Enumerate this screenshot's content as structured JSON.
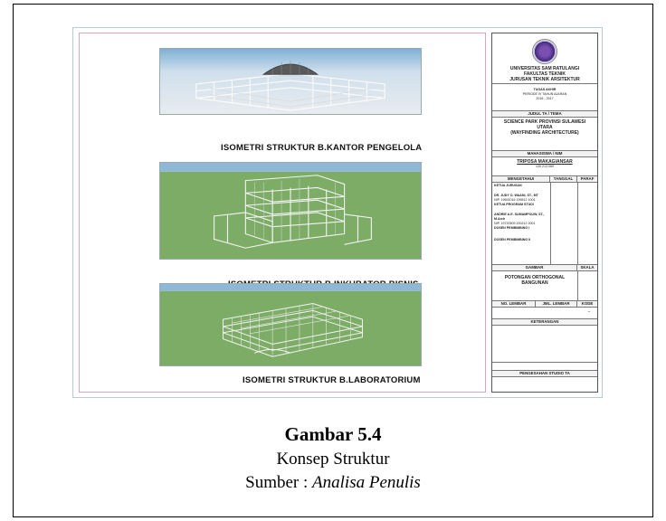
{
  "figure": {
    "number": "Gambar 5.4",
    "title": "Konsep Struktur",
    "source_prefix": "Sumber : ",
    "source_author": "Analisa Penulis"
  },
  "drawing": {
    "panels": [
      {
        "caption": "ISOMETRI  STRUKTUR  B.KANTOR  PENGELOLA",
        "ground": "sky",
        "building": "kantor-dome"
      },
      {
        "caption": "ISOMETRI  STRUKTUR  B.INKUBATOR  BISNIS",
        "ground": "grass",
        "building": "inkubator-block"
      },
      {
        "caption": "ISOMETRI  STRUKTUR  B.LABORATORIUM",
        "ground": "grass",
        "building": "lab-grid"
      }
    ],
    "colors": {
      "sky_top": "#7fb0d6",
      "sky_bottom": "#dfe7ef",
      "grass": "#7cac66",
      "frame_lines": "#f4f4f4",
      "sheet_border": "#b9c8dc",
      "drawing_border": "#d8a8b8"
    }
  },
  "title_block": {
    "institution": [
      "UNIVERSITAS SAM RATULANGI",
      "FAKULTAS TEKNIK",
      "JURUSAN TEKNIK ARSITEKTUR"
    ],
    "period_label": "TUGAS AKHIR",
    "period_lines": [
      "PERIODE IV TAHUN AJARAN",
      "2016 - 2017"
    ],
    "project_label": "JUDUL TA / TEMA",
    "project_title": [
      "SCIENCE PARK PROVINSI SULAWESI",
      "UTARA",
      "(WAYFINDING ARCHITECTURE)"
    ],
    "student_label": "MAHASISWA / NIM",
    "student_name": "TRIPOSA MAKAGIANSAR",
    "student_id": "130 213 069",
    "approval_headers": [
      "MENGETAHUI",
      "TANGGAL",
      "PARAF"
    ],
    "approval_rows": [
      "KETUA JURUSAN",
      "DR. JUDY O. WAANI, ST., MT",
      "NIP. 19691016 199512 1001",
      "KETUA PROGRAM STUDI",
      "ANDRIE A.E. SUMAMPOUW, ST., M.Arch",
      "NIP. 19720509 200212 2001",
      "DOSEN PEMBIMBING I",
      "DOSEN PEMBIMBING II"
    ],
    "drawing_label": "GAMBAR",
    "scale_label": "SKALA",
    "drawing_title": [
      "POTONGAN ORTHOGONAL",
      "BANGUNAN"
    ],
    "sheet_headers": [
      "NO. LEMBAR",
      "JML. LEMBAR",
      "KODE"
    ],
    "sheet_code": "-",
    "notes_label": "KETERANGAN",
    "footer_label": "PENGESAHAN STUDIO TA"
  }
}
